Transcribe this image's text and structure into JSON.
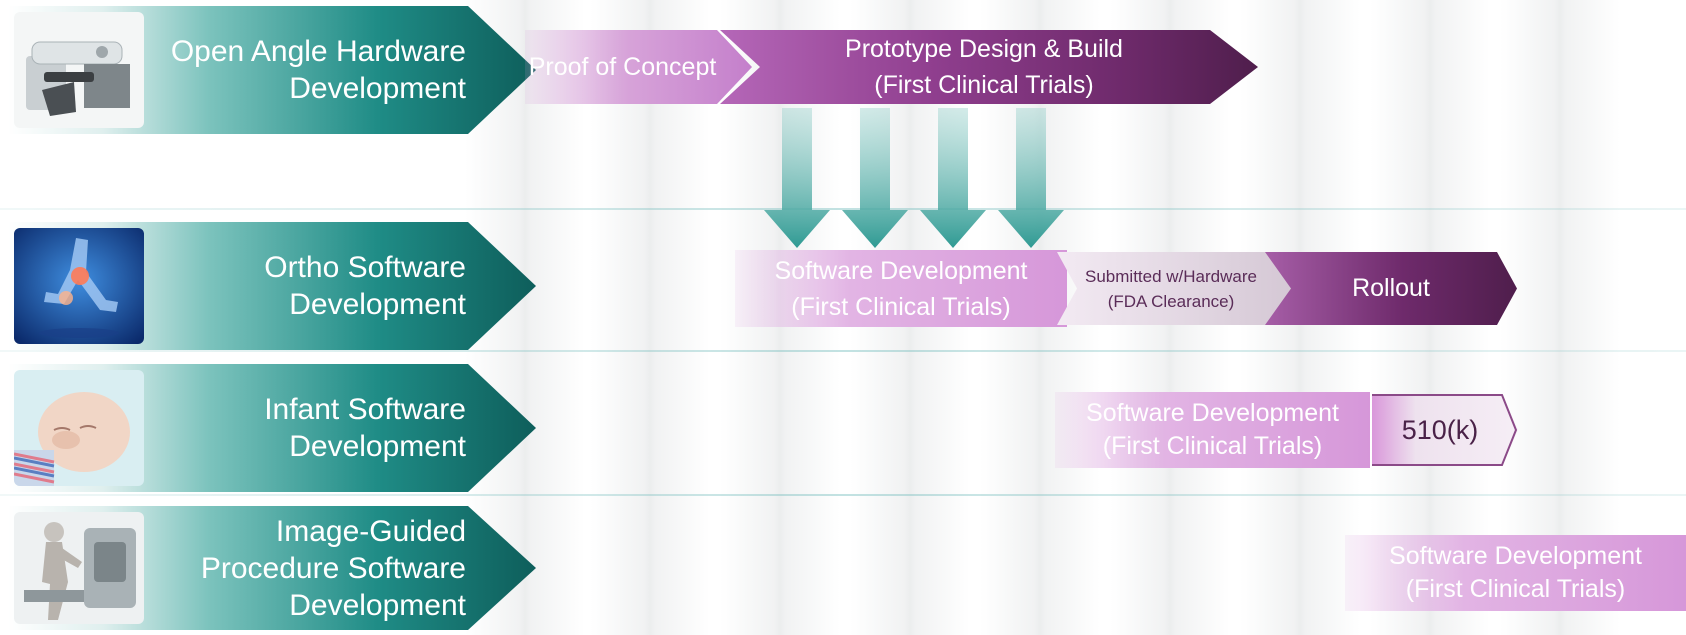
{
  "categories": [
    {
      "label": "Open Angle Hardware\nDevelopment",
      "icon": "hardware-device-photo"
    },
    {
      "label": "Ortho Software\nDevelopment",
      "icon": "running-leg-xray-photo"
    },
    {
      "label": "Infant Software\nDevelopment",
      "icon": "sleeping-infant-photo"
    },
    {
      "label": "Image-Guided\nProcedure Software\nDevelopment",
      "icon": "patient-in-scanner-illustration"
    }
  ],
  "stages": {
    "proof_of_concept": "Proof of Concept",
    "prototype": "Prototype Design & Build\n(First Clinical Trials)",
    "ortho_software": "Software Development\n(First Clinical Trials)",
    "submitted": "Submitted w/Hardware\n(FDA Clearance)",
    "rollout": "Rollout",
    "infant_software": "Software Development\n(First Clinical Trials)",
    "k510": "510(k)",
    "igp_software": "Software Development\n(First Clinical Trials)"
  },
  "colors": {
    "teal": "#1f8c86",
    "teal_dark": "#0e5e5b",
    "purple_dark": "#4f1e4c",
    "purple_mid": "#8f3e8e",
    "purple_light": "#d697d9"
  }
}
